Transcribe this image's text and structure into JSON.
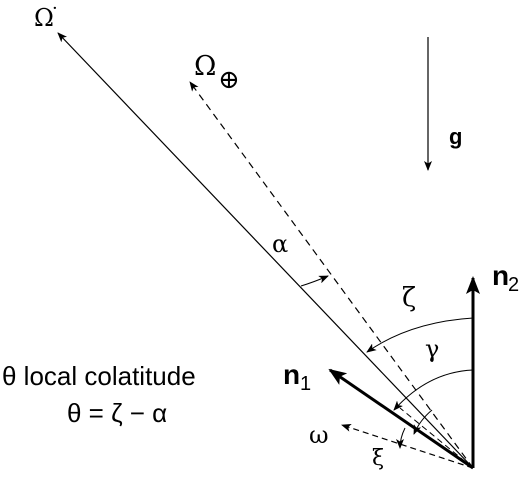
{
  "labels": {
    "omega_star": "Ω",
    "omega_star_sup": "·",
    "omega_earth": "Ω",
    "earth_symbol": "⊕",
    "gravity": "g",
    "alpha": "α",
    "zeta": "ζ",
    "gamma": "γ",
    "n2": "n",
    "n2_sub": "2",
    "n1": "n",
    "n1_sub": "1",
    "omega": "ω",
    "xi": "ξ"
  },
  "caption": {
    "line1": "θ local colatitude",
    "line2": "θ = ζ − α"
  }
}
